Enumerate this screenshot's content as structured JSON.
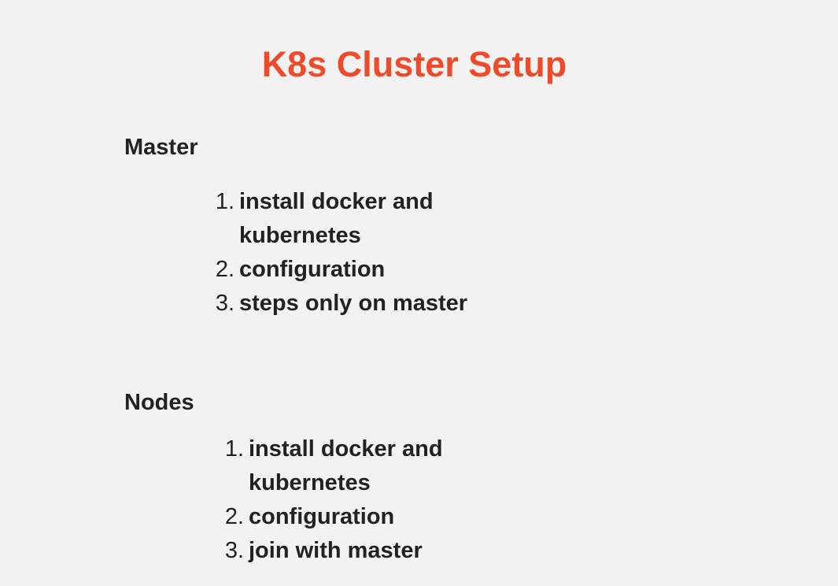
{
  "title": "K8s Cluster Setup",
  "sections": [
    {
      "heading": "Master",
      "items": [
        {
          "num": "1.",
          "text": "install docker and kubernetes"
        },
        {
          "num": "2.",
          "text": "configuration"
        },
        {
          "num": "3.",
          "text": "steps only on master"
        }
      ]
    },
    {
      "heading": "Nodes",
      "items": [
        {
          "num": "1.",
          "text": "install docker and kubernetes"
        },
        {
          "num": "2.",
          "text": "configuration"
        },
        {
          "num": "3.",
          "text": "join with master"
        }
      ]
    }
  ],
  "colors": {
    "title": "#ef4a2a",
    "text": "#222222",
    "background": "#f2f2f2"
  }
}
